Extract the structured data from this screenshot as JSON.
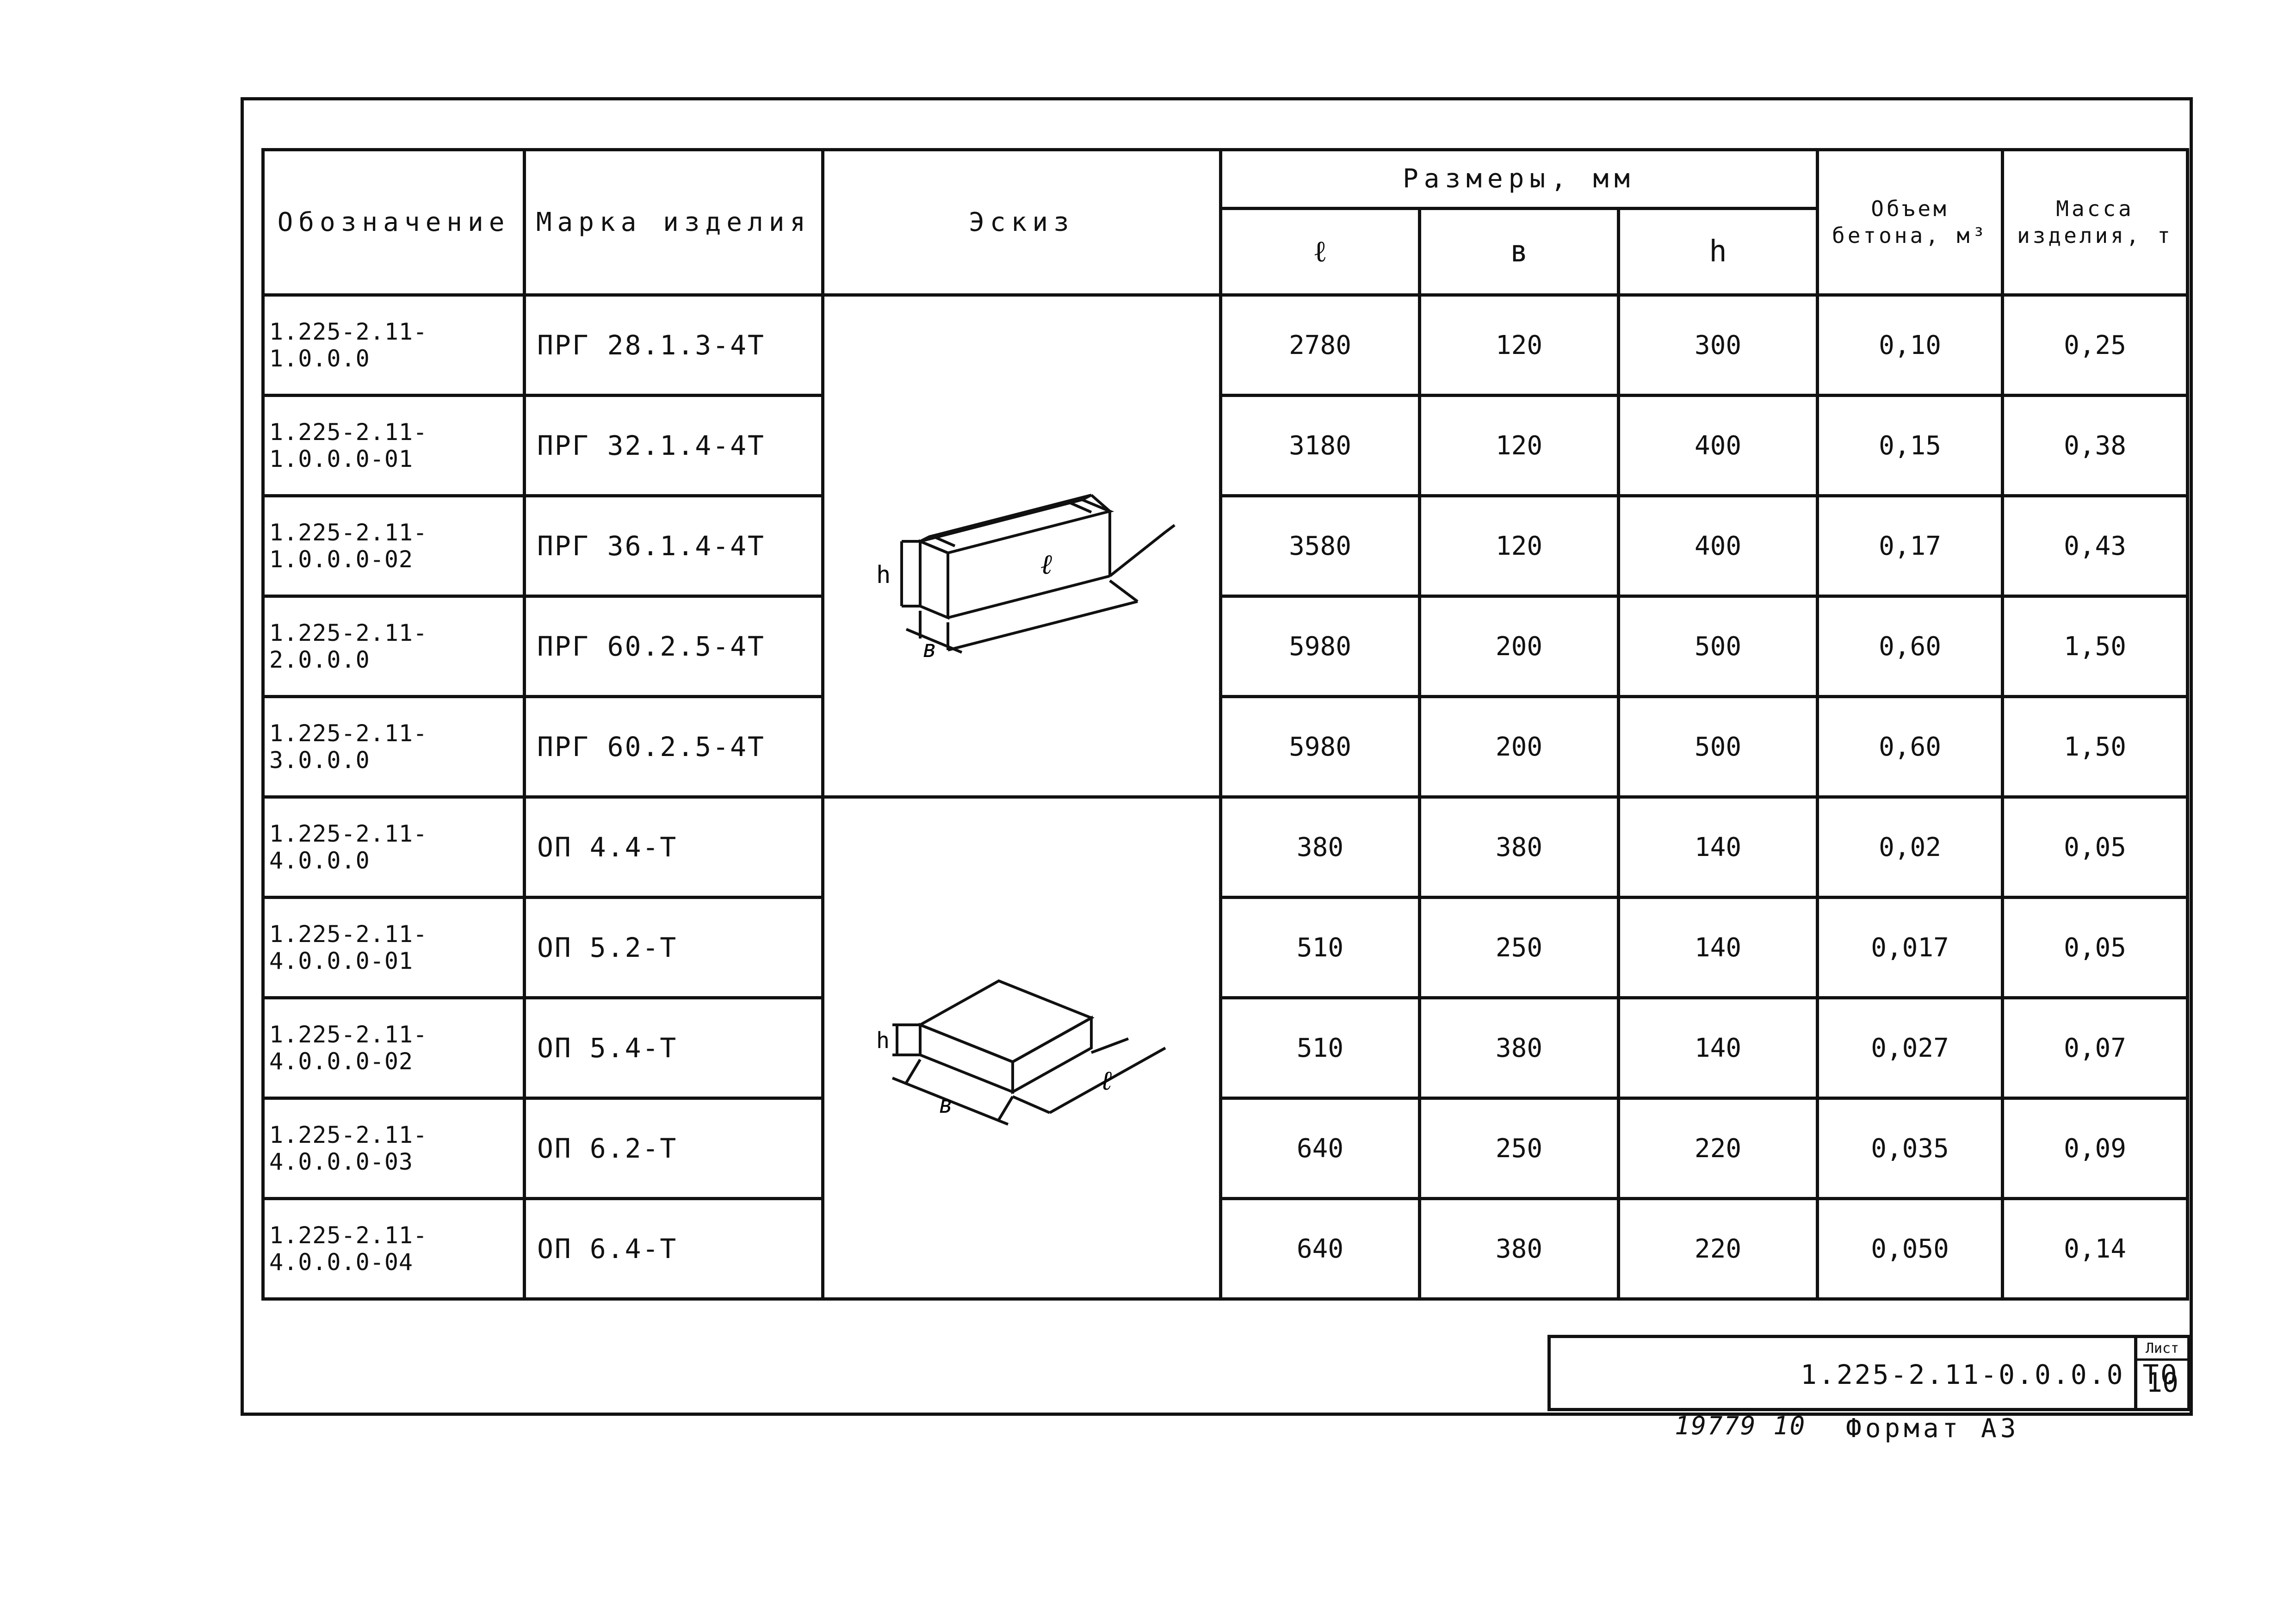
{
  "headers": {
    "designation": "Обозначение",
    "mark": "Марка изделия",
    "sketch": "Эскиз",
    "dimensions": "Размеры, мм",
    "dim_l": "ℓ",
    "dim_b": "в",
    "dim_h": "h",
    "volume": "Объем бетона, м³",
    "mass": "Масса изделия, т"
  },
  "sketch_labels": {
    "h": "h",
    "b": "в",
    "l": "ℓ"
  },
  "rows": [
    {
      "code": "1.225-2.11-1.0.0.0",
      "mark": "ПРГ 28.1.3-4Т",
      "l": "2780",
      "b": "120",
      "h": "300",
      "volume": "0,10",
      "mass": "0,25"
    },
    {
      "code": "1.225-2.11-1.0.0.0-01",
      "mark": "ПРГ 32.1.4-4Т",
      "l": "3180",
      "b": "120",
      "h": "400",
      "volume": "0,15",
      "mass": "0,38"
    },
    {
      "code": "1.225-2.11-1.0.0.0-02",
      "mark": "ПРГ 36.1.4-4Т",
      "l": "3580",
      "b": "120",
      "h": "400",
      "volume": "0,17",
      "mass": "0,43"
    },
    {
      "code": "1.225-2.11-2.0.0.0",
      "mark": "ПРГ 60.2.5-4Т",
      "l": "5980",
      "b": "200",
      "h": "500",
      "volume": "0,60",
      "mass": "1,50"
    },
    {
      "code": "1.225-2.11-3.0.0.0",
      "mark": "ПРГ 60.2.5-4Т",
      "l": "5980",
      "b": "200",
      "h": "500",
      "volume": "0,60",
      "mass": "1,50"
    },
    {
      "code": "1.225-2.11-4.0.0.0",
      "mark": "ОП 4.4-Т",
      "l": "380",
      "b": "380",
      "h": "140",
      "volume": "0,02",
      "mass": "0,05"
    },
    {
      "code": "1.225-2.11-4.0.0.0-01",
      "mark": "ОП 5.2-Т",
      "l": "510",
      "b": "250",
      "h": "140",
      "volume": "0,017",
      "mass": "0,05"
    },
    {
      "code": "1.225-2.11-4.0.0.0-02",
      "mark": "ОП 5.4-Т",
      "l": "510",
      "b": "380",
      "h": "140",
      "volume": "0,027",
      "mass": "0,07"
    },
    {
      "code": "1.225-2.11-4.0.0.0-03",
      "mark": "ОП 6.2-Т",
      "l": "640",
      "b": "250",
      "h": "220",
      "volume": "0,035",
      "mass": "0,09"
    },
    {
      "code": "1.225-2.11-4.0.0.0-04",
      "mark": "ОП 6.4-Т",
      "l": "640",
      "b": "380",
      "h": "220",
      "volume": "0,050",
      "mass": "0,14"
    }
  ],
  "stamp": {
    "doc_code": "1.225-2.11-0.0.0.0 ТО",
    "sheet_label": "Лист",
    "sheet_number": "10"
  },
  "footer": {
    "inventory": "19779 10",
    "format": "Формат А3"
  }
}
